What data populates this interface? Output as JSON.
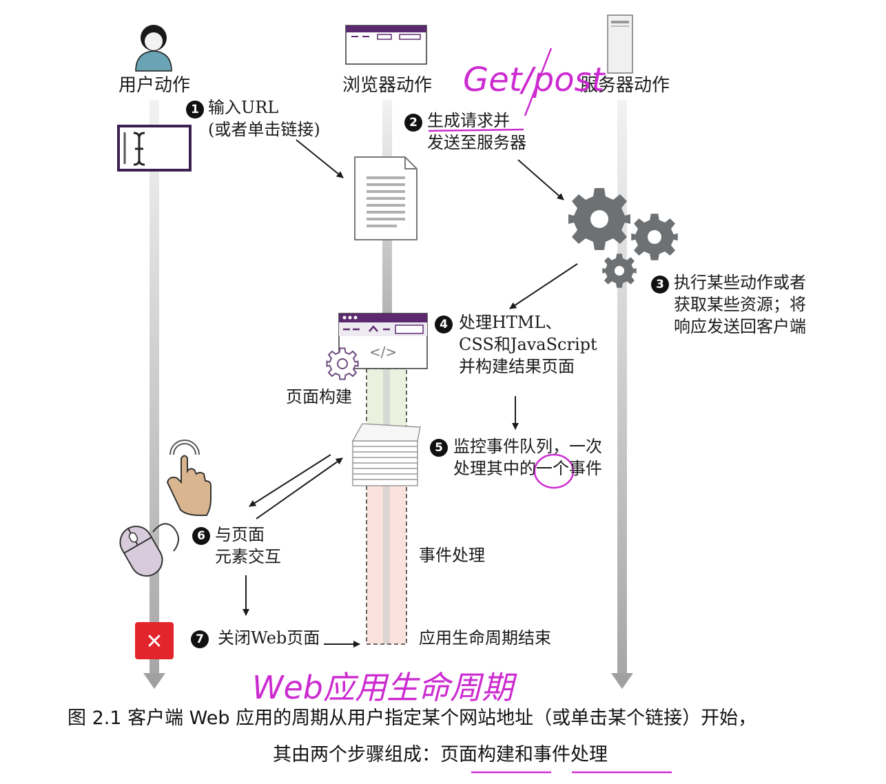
{
  "lanes": {
    "user": "用户动作",
    "browser": "浏览器动作",
    "server": "服务器动作"
  },
  "steps": [
    {
      "num": "1",
      "text": "输入URL\n(或者单击链接)"
    },
    {
      "num": "2",
      "text": "生成请求并\n发送至服务器"
    },
    {
      "num": "3",
      "text": "执行某些动作或者\n获取某些资源；将\n响应发送回客户端"
    },
    {
      "num": "4",
      "text": "处理HTML、\nCSS和JavaScript\n并构建结果页面"
    },
    {
      "num": "5",
      "text": "监控事件队列，一次\n处理其中的一个事件"
    },
    {
      "num": "6",
      "text": "与页面\n元素交互"
    },
    {
      "num": "7",
      "text": "关闭Web页面"
    }
  ],
  "phases": {
    "page_build": "页面构建",
    "event_handling": "事件处理",
    "lifecycle_end": "应用生命周期结束"
  },
  "browser_icon_code": "</>",
  "close_icon_glyph": "✕",
  "annotations": {
    "get_post": "Get/post",
    "lifecycle": "Web应用生命周期"
  },
  "caption": {
    "line1": "图 2.1    客户端 Web 应用的周期从用户指定某个网站地址（或单击某个链接）开始，",
    "line2_prefix": "其由两个步骤组成：",
    "line2_underlined_1": "页面构建",
    "line2_and": "和",
    "line2_underlined_2": "事件处理"
  },
  "colors": {
    "lane": "#c8c8c8",
    "gear": "#6d7173",
    "annotation": "#cc2bd0",
    "close_red": "#e3242b",
    "browser_bar": "#5b2a6e",
    "build_fill": "#eaf2df",
    "event_fill": "#fbe2dc"
  }
}
